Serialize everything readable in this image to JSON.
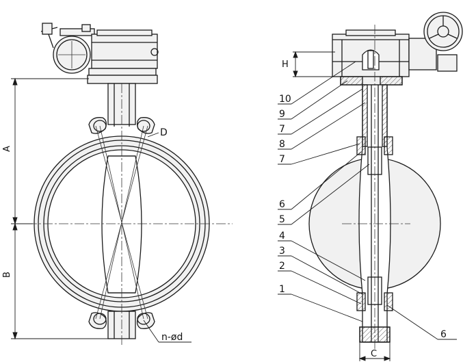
{
  "colors": {
    "line": "#1a1a1a",
    "fill": "#f1f1f1",
    "centerline": "#333333",
    "hatch": "#555555"
  },
  "front_view": {
    "dim_A": "A",
    "dim_B": "B",
    "label_D": "D",
    "label_bolt_holes": "n-ød"
  },
  "side_view": {
    "dim_H": "H",
    "dim_C": "C",
    "callouts_upper": [
      "10",
      "9",
      "7",
      "8",
      "7"
    ],
    "callouts_mid": [
      "6",
      "5",
      "4",
      "3",
      "2",
      "1"
    ],
    "callout_right": "6"
  }
}
